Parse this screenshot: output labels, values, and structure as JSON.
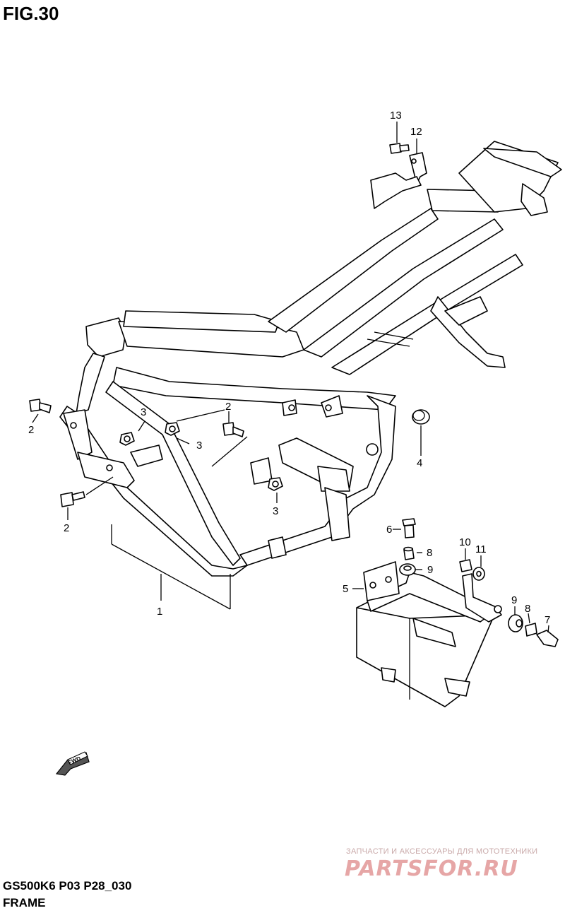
{
  "header": {
    "fig_label": "FIG.30"
  },
  "footer": {
    "model_code": "GS500K6 P03 P28_030",
    "section_name": "FRAME"
  },
  "watermark": {
    "tagline": "ЗАПЧАСТИ И АКСЕССУАРЫ ДЛЯ МОТОТЕХНИКИ",
    "logo": "PARTSFOR.RU"
  },
  "fwd_marker": "FWD",
  "callouts": [
    {
      "id": "c1",
      "label": "1"
    },
    {
      "id": "c2a",
      "label": "2"
    },
    {
      "id": "c2b",
      "label": "2"
    },
    {
      "id": "c2c",
      "label": "2"
    },
    {
      "id": "c3a",
      "label": "3"
    },
    {
      "id": "c3b",
      "label": "3"
    },
    {
      "id": "c3c",
      "label": "3"
    },
    {
      "id": "c4",
      "label": "4"
    },
    {
      "id": "c5",
      "label": "5"
    },
    {
      "id": "c6",
      "label": "6"
    },
    {
      "id": "c7",
      "label": "7"
    },
    {
      "id": "c8a",
      "label": "8"
    },
    {
      "id": "c8b",
      "label": "8"
    },
    {
      "id": "c9a",
      "label": "9"
    },
    {
      "id": "c9b",
      "label": "9"
    },
    {
      "id": "c10",
      "label": "10"
    },
    {
      "id": "c11",
      "label": "11"
    },
    {
      "id": "c12",
      "label": "12"
    },
    {
      "id": "c13",
      "label": "13"
    }
  ]
}
